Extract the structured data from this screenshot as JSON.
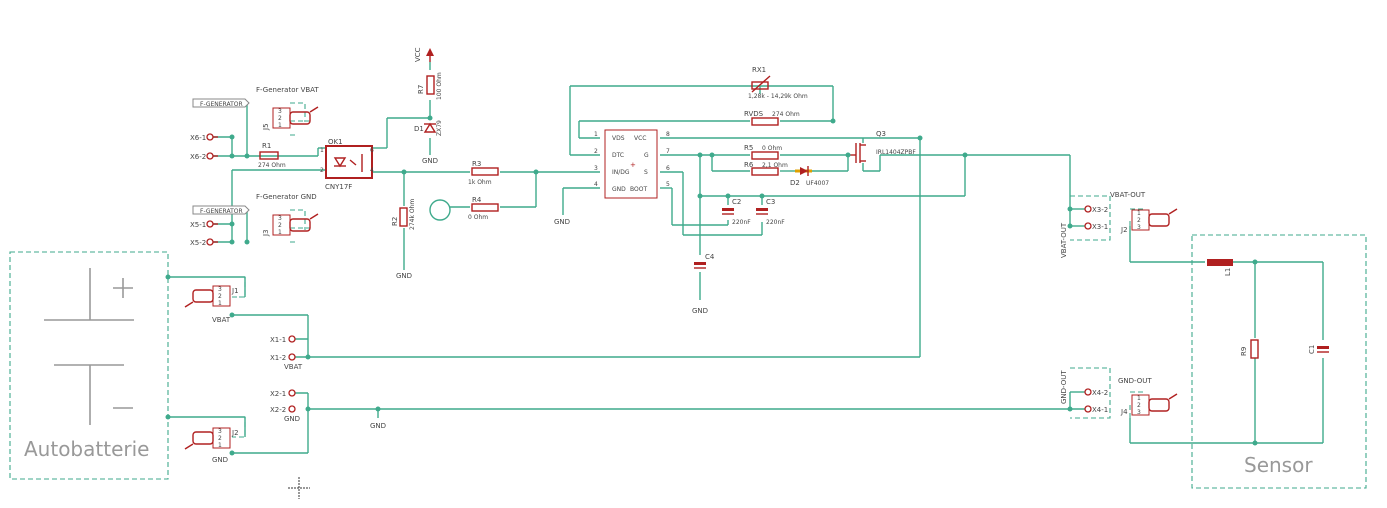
{
  "labels": {
    "vcc": "VCC",
    "r7": "R7",
    "r7v": "100 Ohm",
    "d1": "D1",
    "d1v": "ZX79",
    "gnd": "GND",
    "ok1": "OK1",
    "ok1v": "CNY17F",
    "r1": "R1",
    "r1v": "274 Ohm",
    "r2": "R2",
    "r2v": "274k Ohm",
    "r3": "R3",
    "r3v": "1k Ohm",
    "r4": "R4",
    "r4v": "0 Ohm",
    "rx1": "RX1",
    "rx1v": "1,28k - 14,29k Ohm",
    "rvds": "RVDS",
    "rvdsv": "274 Ohm",
    "r5": "R5",
    "r5v": "0 Ohm",
    "r6": "R6",
    "r6v": "2,1 Ohm",
    "d2": "D2",
    "d2v": "UF4007",
    "q3": "Q3",
    "q3v": "IRL1404ZPBF",
    "c2": "C2",
    "c2v": "220nF",
    "c3": "C3",
    "c3v": "220nF",
    "c4": "C4",
    "ic_vds": "VDS",
    "ic_vcc": "VCC",
    "ic_dtc": "DTC",
    "ic_g": "G",
    "ic_in": "IN/DG",
    "ic_s": "S",
    "ic_gnd": "GND",
    "ic_boot": "BOOT",
    "fgen": "F-GENERATOR",
    "fgen_vbat": "F-Generator VBAT",
    "fgen_gnd": "F-Generator GND",
    "j5": "J5",
    "j3": "J3",
    "x6_1": "X6-1",
    "x6_2": "X6-2",
    "x5_1": "X5-1",
    "x5_2": "X5-2",
    "x1_1": "X1-1",
    "x1_2": "X1-2",
    "x2_1": "X2-1",
    "x2_2": "X2-2",
    "x3_2": "X3-2",
    "x3_1": "X3-1",
    "x4_2": "X4-2",
    "x4_1": "X4-1",
    "j1": "J1",
    "j2": "J2",
    "j4": "J4",
    "vbat": "VBAT",
    "vbat_out": "VBAT-OUT",
    "gnd_out": "GND-OUT",
    "l1": "L1",
    "r9": "R9",
    "c1": "C1",
    "autobatterie": "Autobatterie",
    "sensor": "Sensor",
    "plus": "+",
    "minus": "−",
    "p1": "1",
    "p2": "2",
    "p3": "3",
    "p4": "4",
    "p5": "5",
    "p6": "6",
    "p7": "7",
    "p8": "8"
  },
  "colors": {
    "wire": "#3faa8c",
    "part": "#b02020",
    "frame": "#3faa8c",
    "battery": "#999999"
  }
}
